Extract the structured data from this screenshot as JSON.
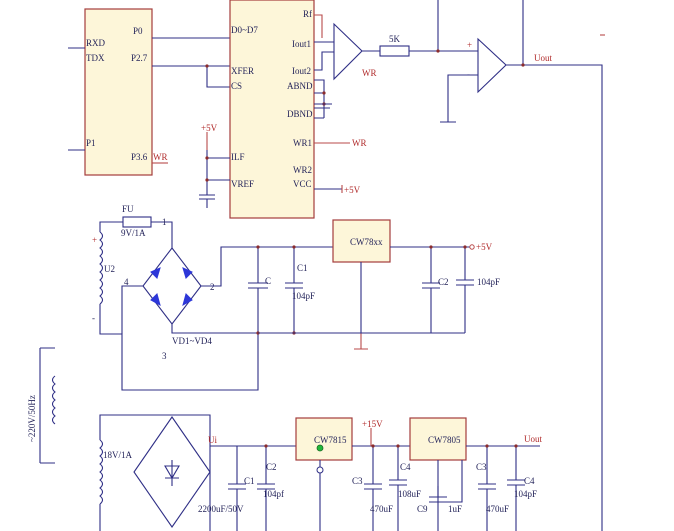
{
  "mcu": {
    "pins": {
      "rxd": "RXD",
      "tdx": "TDX",
      "p0": "P0",
      "p27": "P2.7",
      "p1": "P1",
      "p36": "P3.6",
      "wr": "WR"
    }
  },
  "dac": {
    "pins": {
      "d0d7": "D0~D7",
      "xfer": "XFER",
      "cs": "CS",
      "ilf": "ILF",
      "vref": "VREF",
      "rf": "Rf",
      "iout1": "Iout1",
      "iout2": "Iout2",
      "abnd": "ABND",
      "dbnd": "DBND",
      "wr1": "WR1",
      "wr2": "WR2",
      "vcc": "VCC"
    },
    "supply_5v_ilf": "+5V",
    "supply_5v_vcc": "+5V",
    "wr_out": "WR"
  },
  "opamp": {
    "wr_label": "WR",
    "resistor": "5K",
    "plus": "+",
    "minus": "-",
    "output": "Uout"
  },
  "psu_5v": {
    "fuse": "FU",
    "fuse_rating": "9V/1A",
    "transformer": "U2",
    "plus": "+",
    "minus": "-",
    "node1": "1",
    "node2": "2",
    "node3": "3",
    "node4": "4",
    "bridge": "VD1~VD4",
    "cap_c": "C",
    "cap_c1": "C1",
    "cap_c1_val": "104pF",
    "regulator": "CW78xx",
    "cap_c2": "C2",
    "cap_c2b_val": "104pF",
    "output": "+5V"
  },
  "mains": {
    "label": "~220V/50Hz"
  },
  "psu_15v": {
    "transformer": "18V/1A",
    "ui": "Ui",
    "c1": "C1",
    "c1_val": "2200uF/50V",
    "c2": "C2",
    "c2_val": "104pf",
    "reg1": "CW7815",
    "v15": "+15V",
    "c3": "C3",
    "c3_val": "470uF",
    "c4": "C4",
    "c4_val": "108uF",
    "c9": "C9",
    "c9_val": "1uF",
    "reg2": "CW7805",
    "c3b": "C3",
    "c3b_val": "470uF",
    "c4b": "C4",
    "c4b_val": "104pF",
    "output": "Uout"
  }
}
